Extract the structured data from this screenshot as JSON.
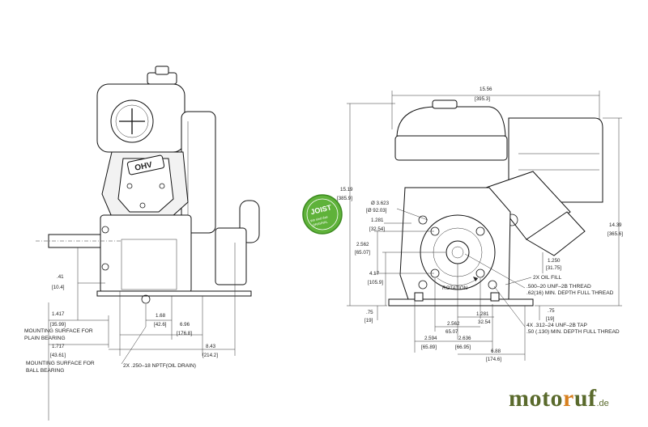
{
  "left_view": {
    "badge": "OHV",
    "dims": {
      "d1": ".41",
      "d1m": "[10.4]",
      "d2": "1.417",
      "d2m": "[35.99]",
      "d3": "1.68",
      "d3m": "[42.6]",
      "d4": "6.96",
      "d4m": "[176.8]",
      "d5": "1.717",
      "d5m": "[43.61]",
      "d6": "8.43",
      "d6m": "[214.2]"
    },
    "notes": {
      "plain1": "MOUNTING SURFACE FOR",
      "plain2": "PLAIN BEARING",
      "ball1": "MOUNTING SURFACE FOR",
      "ball2": "BALL BEARING",
      "drain": "2X .250–18 NPTF(OIL DRAIN)"
    }
  },
  "right_view": {
    "dims": {
      "w": "15.56",
      "wm": "[395.3]",
      "h1": "15.19",
      "h1m": "[385.9]",
      "h2": "14.39",
      "h2m": "[365.6]",
      "dia1": "Ø 3.623",
      "dia1m": "[Ø 92.03]",
      "a": "1.281",
      "am": "[32.54]",
      "b": "2.562",
      "bm": "[65.07]",
      "c": "4.17",
      "cm": "[105.9]",
      "e": "1.250",
      "em": "[31.75]",
      "f": ".75",
      "fm": "[19]",
      "g": ".75",
      "gm": "[19]",
      "h": "1.281",
      "hm": "32.54",
      "i": "2.562",
      "im": "65.07",
      "j": "2.594",
      "jm": "[65.89]",
      "k": "2.636",
      "km": "[66.95]",
      "l": "6.88",
      "lm": "[174.6]"
    },
    "notes": {
      "oil_fill": "2X OIL FILL",
      "thread1": ".500–20 UNF–2B THREAD",
      "thread2": ".62(16) MIN. DEPTH FULL THREAD",
      "rotation": "ROTATION",
      "tap1": "4X .312–24 UNF–2B TAP",
      "tap2": ".50 (.130) MIN. DEPTH FULL THREAD"
    }
  },
  "stamp": {
    "brand": "JOIST",
    "line1": "Wir sind das",
    "line2": "ORIGINAL"
  },
  "logo": {
    "part1": "moto",
    "part2": "r",
    "part3": "uf",
    "tld": ".de"
  },
  "colors": {
    "logo_green": "#5a6a2c",
    "logo_orange": "#d77f1e",
    "stamp_green": "#5fb23a"
  }
}
